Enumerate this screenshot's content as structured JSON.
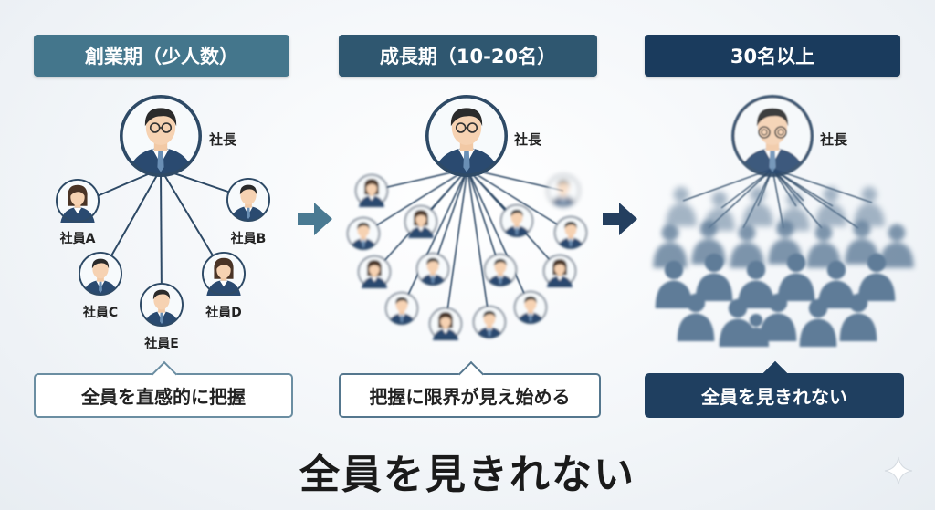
{
  "stages": [
    {
      "title": "創業期（少人数）",
      "president_label": "社長",
      "staff_labels": [
        "社員A",
        "社員B",
        "社員C",
        "社員D",
        "社員E"
      ],
      "caption": "全員を直感的に把握"
    },
    {
      "title": "成長期（10-20名）",
      "president_label": "社長",
      "caption": "把握に限界が見え始める"
    },
    {
      "title": "30名以上",
      "president_label": "社長",
      "caption": "全員を見きれない"
    }
  ],
  "headline": "全員を見きれない",
  "icons": {
    "arrow": "arrow-right-icon",
    "sparkle": "sparkle-icon"
  },
  "colors": {
    "header1": "#44768c",
    "header2": "#2f5770",
    "header3": "#1a3b5d",
    "suit": "#2a4a70",
    "silhouette": "#5e7c98"
  }
}
